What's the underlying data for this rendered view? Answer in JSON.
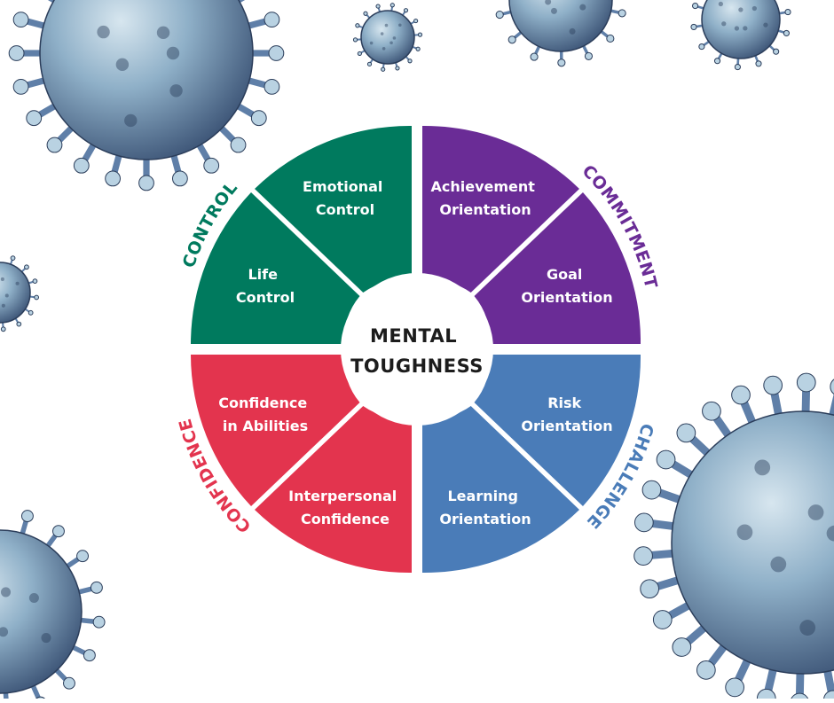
{
  "center": {
    "line1": "MENTAL",
    "line2": "TOUGHNESS"
  },
  "quadrants": {
    "control": {
      "label": "CONTROL",
      "color": "#007a5e",
      "segments": [
        {
          "lines": [
            "Emotional",
            "Control"
          ]
        },
        {
          "lines": [
            "Life",
            "Control"
          ]
        }
      ]
    },
    "commitment": {
      "label": "COMMITMENT",
      "color": "#6a2c96",
      "segments": [
        {
          "lines": [
            "Achievement",
            "Orientation"
          ]
        },
        {
          "lines": [
            "Goal",
            "Orientation"
          ]
        }
      ]
    },
    "challenge": {
      "label": "CHALLENGE",
      "color": "#4a7cb8",
      "segments": [
        {
          "lines": [
            "Risk",
            "Orientation"
          ]
        },
        {
          "lines": [
            "Learning",
            "Orientation"
          ]
        }
      ]
    },
    "confidence": {
      "label": "CONFIDENCE",
      "color": "#e3344e",
      "segments": [
        {
          "lines": [
            "Confidence",
            "in Abilities"
          ]
        },
        {
          "lines": [
            "Interpersonal",
            "Confidence"
          ]
        }
      ]
    }
  },
  "decoration": {
    "virus_color": "#5f7fa8",
    "virus_dark": "#2b3d5a",
    "virus_light": "#b9d2e2"
  }
}
